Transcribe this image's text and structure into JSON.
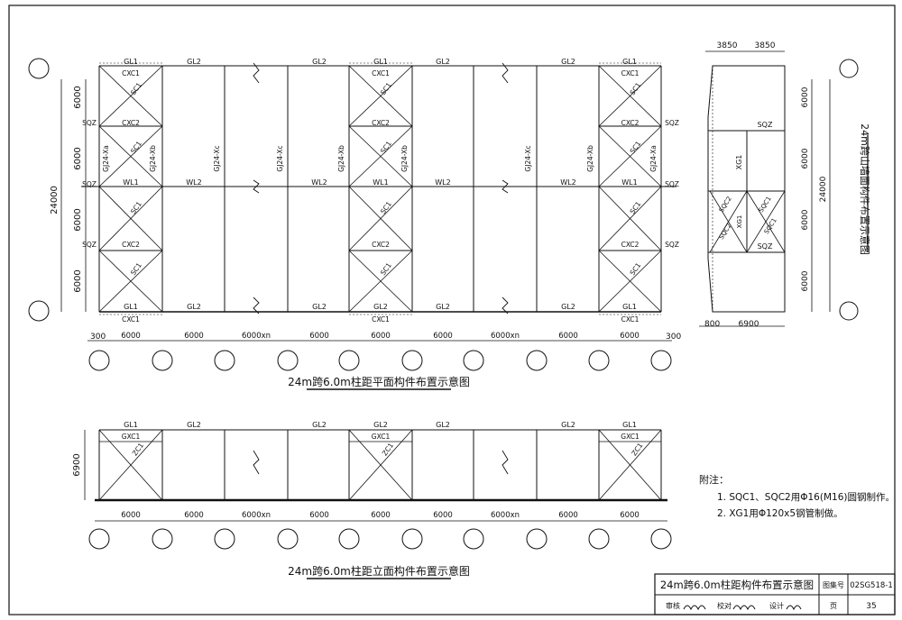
{
  "plan": {
    "title": "24m跨6.0m柱距平面构件布置示意图",
    "top_labels": [
      "GL1",
      "GL2",
      "GL2",
      "GL1",
      "GL2",
      "GL2",
      "GL1"
    ],
    "bottom_labels": [
      "GL1",
      "GL2",
      "GL2",
      "GL2",
      "GL2",
      "GL1"
    ],
    "bottom_gl1_center": "GL2",
    "wl_labels": [
      "WL1",
      "WL2",
      "WL2",
      "WL1",
      "WL2",
      "WL2",
      "WL1"
    ],
    "truss_labels": [
      "GJ24-Xa",
      "GJ24-Xb",
      "GJ24-Xc",
      "GJ24-Xc",
      "GJ24-Xb",
      "GJ24-Xb",
      "GJ24-Xc",
      "GJ24-Xb",
      "GJ24-Xa"
    ],
    "bay_labels": [
      "CXC1",
      "CXC2",
      "CXC2",
      "CXC1"
    ],
    "brace_label": "SC1",
    "sqz": "SQZ",
    "dim_rows": [
      "6000",
      "6000",
      "6000",
      "6000"
    ],
    "dim_total": "24000",
    "dim_bottom": [
      "6000",
      "6000",
      "6000xn",
      "6000",
      "6000",
      "6000",
      "6000xn",
      "6000",
      "6000"
    ],
    "edge_dim": "300"
  },
  "elevation": {
    "title": "24m跨6.0m柱距立面构件布置示意图",
    "top_labels": [
      "GL1",
      "GL2",
      "GL2",
      "GL2",
      "GL2",
      "GL2",
      "GL1"
    ],
    "gxc": "GXC1",
    "brace_label": "ZC1",
    "height": "6900",
    "dim_bottom": [
      "6000",
      "6000",
      "6000xn",
      "6000",
      "6000",
      "6000",
      "6000xn",
      "6000",
      "6000"
    ]
  },
  "gable": {
    "title": "24m跨山墙面构件布置示意图",
    "dim_top": [
      "3850",
      "3850"
    ],
    "dim_side": [
      "6000",
      "6000",
      "6000",
      "6000"
    ],
    "dim_total": "24000",
    "dim_bottom": [
      "800",
      "6900"
    ],
    "sqz": "SQZ",
    "xg": "XG1",
    "sqc1": "SQC1",
    "sqc2": "SQC2"
  },
  "notes": {
    "heading": "附注：",
    "items": [
      "1. SQC1、SQC2用Φ16(M16)圆钢制作。",
      "2. XG1用Φ120x5钢管制做。"
    ]
  },
  "titleblock": {
    "title": "24m跨6.0m柱距构件布置示意图",
    "atlas_label": "图集号",
    "atlas_no": "02SG518-1",
    "page_label": "页",
    "page_no": "35",
    "sign_row": "审核 校对 设计",
    "review": "审核",
    "check": "校对",
    "design": "设计"
  }
}
